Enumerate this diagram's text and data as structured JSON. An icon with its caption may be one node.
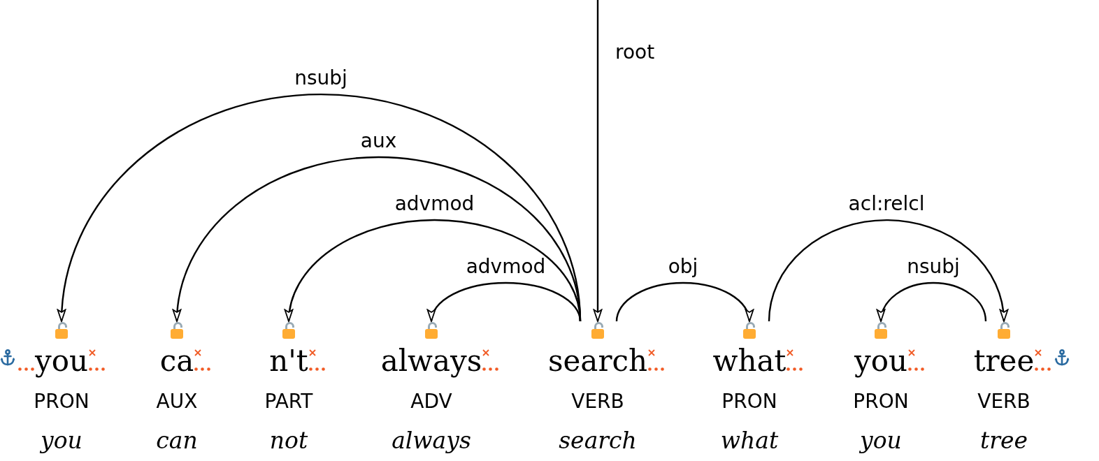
{
  "diagram": {
    "nodes": [
      {
        "text": [
          "you",
          "PRON",
          "you"
        ]
      },
      {
        "text": [
          "ca",
          "AUX",
          "can"
        ]
      },
      {
        "text": [
          "n't",
          "PART",
          "not"
        ]
      },
      {
        "text": [
          "always",
          "ADV",
          "always"
        ]
      },
      {
        "text": [
          "search",
          "VERB",
          "search"
        ]
      },
      {
        "text": [
          "what",
          "PRON",
          "what"
        ]
      },
      {
        "text": [
          "you",
          "PRON",
          "you"
        ]
      },
      {
        "text": [
          "tree",
          "VERB",
          "tree"
        ]
      }
    ],
    "edges": [
      {
        "from": null,
        "to": 4,
        "arrow": "to",
        "label": "root"
      },
      {
        "from": 4,
        "to": 0,
        "arrow": "to",
        "label": "nsubj"
      },
      {
        "from": 4,
        "to": 1,
        "arrow": "to",
        "label": "aux"
      },
      {
        "from": 4,
        "to": 2,
        "arrow": "to",
        "label": "advmod"
      },
      {
        "from": 4,
        "to": 3,
        "arrow": "to",
        "label": "advmod"
      },
      {
        "from": 4,
        "to": 5,
        "arrow": "to",
        "label": "obj"
      },
      {
        "from": 5,
        "to": 7,
        "arrow": "to",
        "label": "acl:relcl"
      },
      {
        "from": 7,
        "to": 6,
        "arrow": "to",
        "label": "nsubj"
      }
    ]
  }
}
